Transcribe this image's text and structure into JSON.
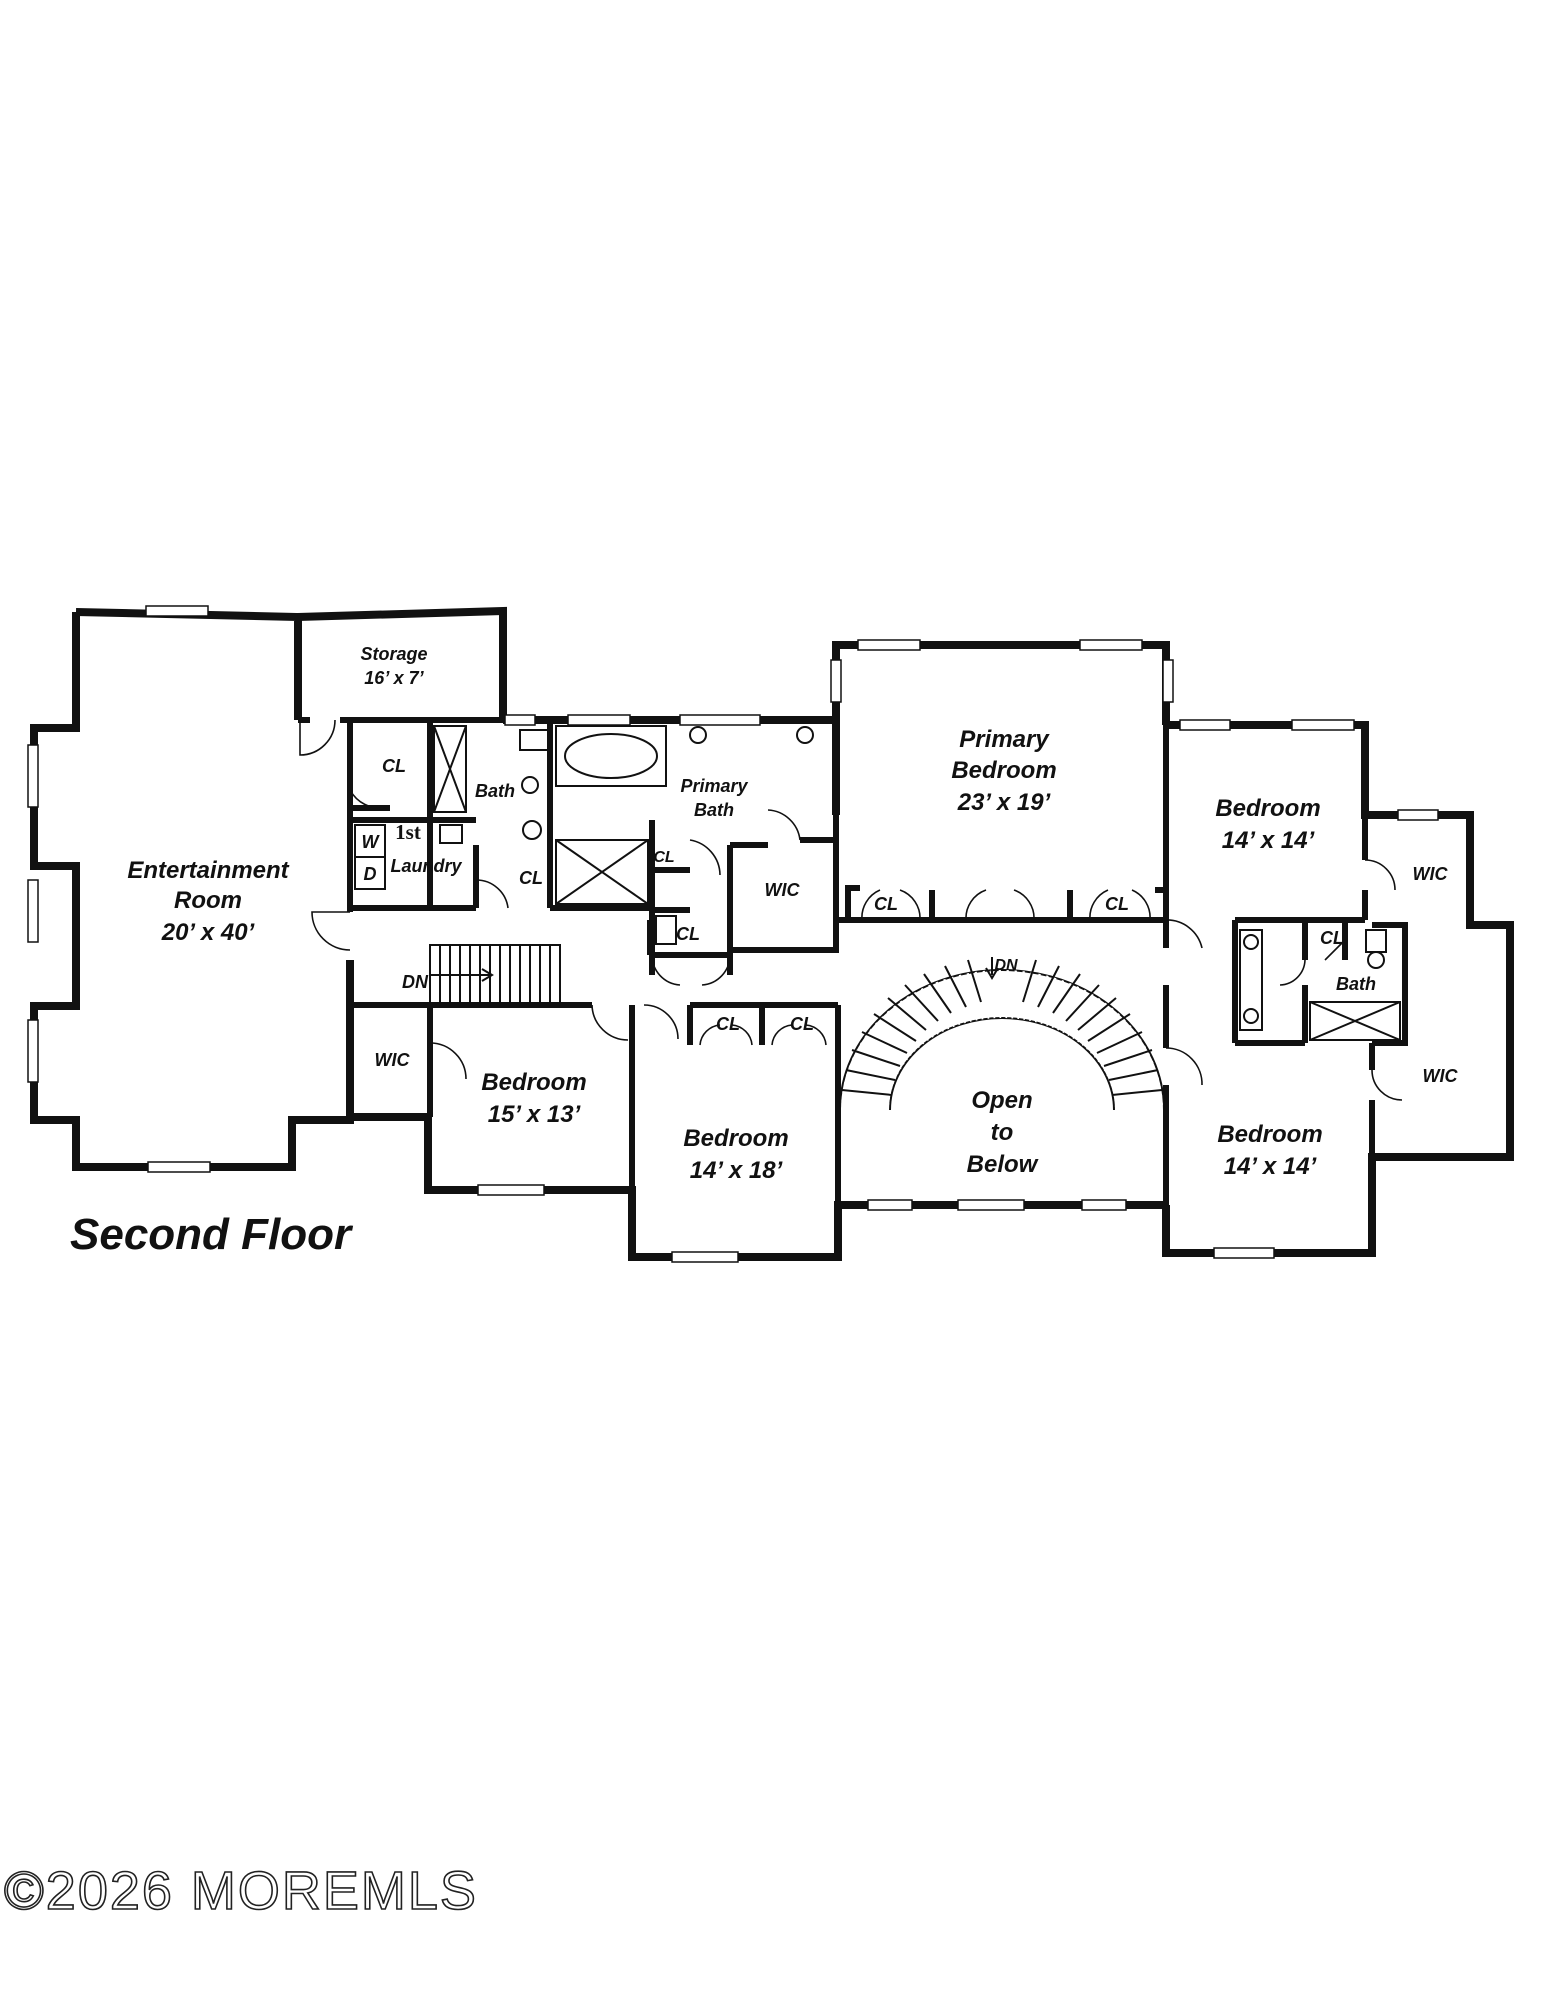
{
  "floor_title": "Second Floor",
  "watermark": "©2026 MOREMLS",
  "rooms": {
    "storage": {
      "name": "Storage",
      "size": "16’ x 7’"
    },
    "entertainment": {
      "name_line1": "Entertainment",
      "name_line2": "Room",
      "size": "20’ x 40’"
    },
    "cl_laundry": "CL",
    "bath_left": "Bath",
    "laundry_tag": "1st",
    "laundry": "Laundry",
    "washer": "W",
    "dryer": "D",
    "cl_hall": "CL",
    "primary_bath": {
      "line1": "Primary",
      "line2": "Bath"
    },
    "cl_pb1": "CL",
    "cl_pb2": "CL",
    "wic_primary": "WIC",
    "primary_bedroom": {
      "line1": "Primary",
      "line2": "Bedroom",
      "size": "23’ x 19’"
    },
    "cl_primary_left": "CL",
    "cl_primary_right": "CL",
    "bedroom_ne": {
      "name": "Bedroom",
      "size": "14’ x 14’"
    },
    "wic_ne": "WIC",
    "cl_bath_right": "CL",
    "bath_right": "Bath",
    "wic_se": "WIC",
    "bedroom_se": {
      "name": "Bedroom",
      "size": "14’ x 14’"
    },
    "open_below": {
      "line1": "Open",
      "line2": "to",
      "line3": "Below"
    },
    "dn_curved": "DN",
    "dn_left": "DN",
    "bedroom_mid": {
      "name": "Bedroom",
      "size": "14’ x 18’"
    },
    "cl_mid1": "CL",
    "cl_mid2": "CL",
    "bedroom_w": {
      "name": "Bedroom",
      "size": "15’ x 13’"
    },
    "wic_w": "WIC"
  }
}
